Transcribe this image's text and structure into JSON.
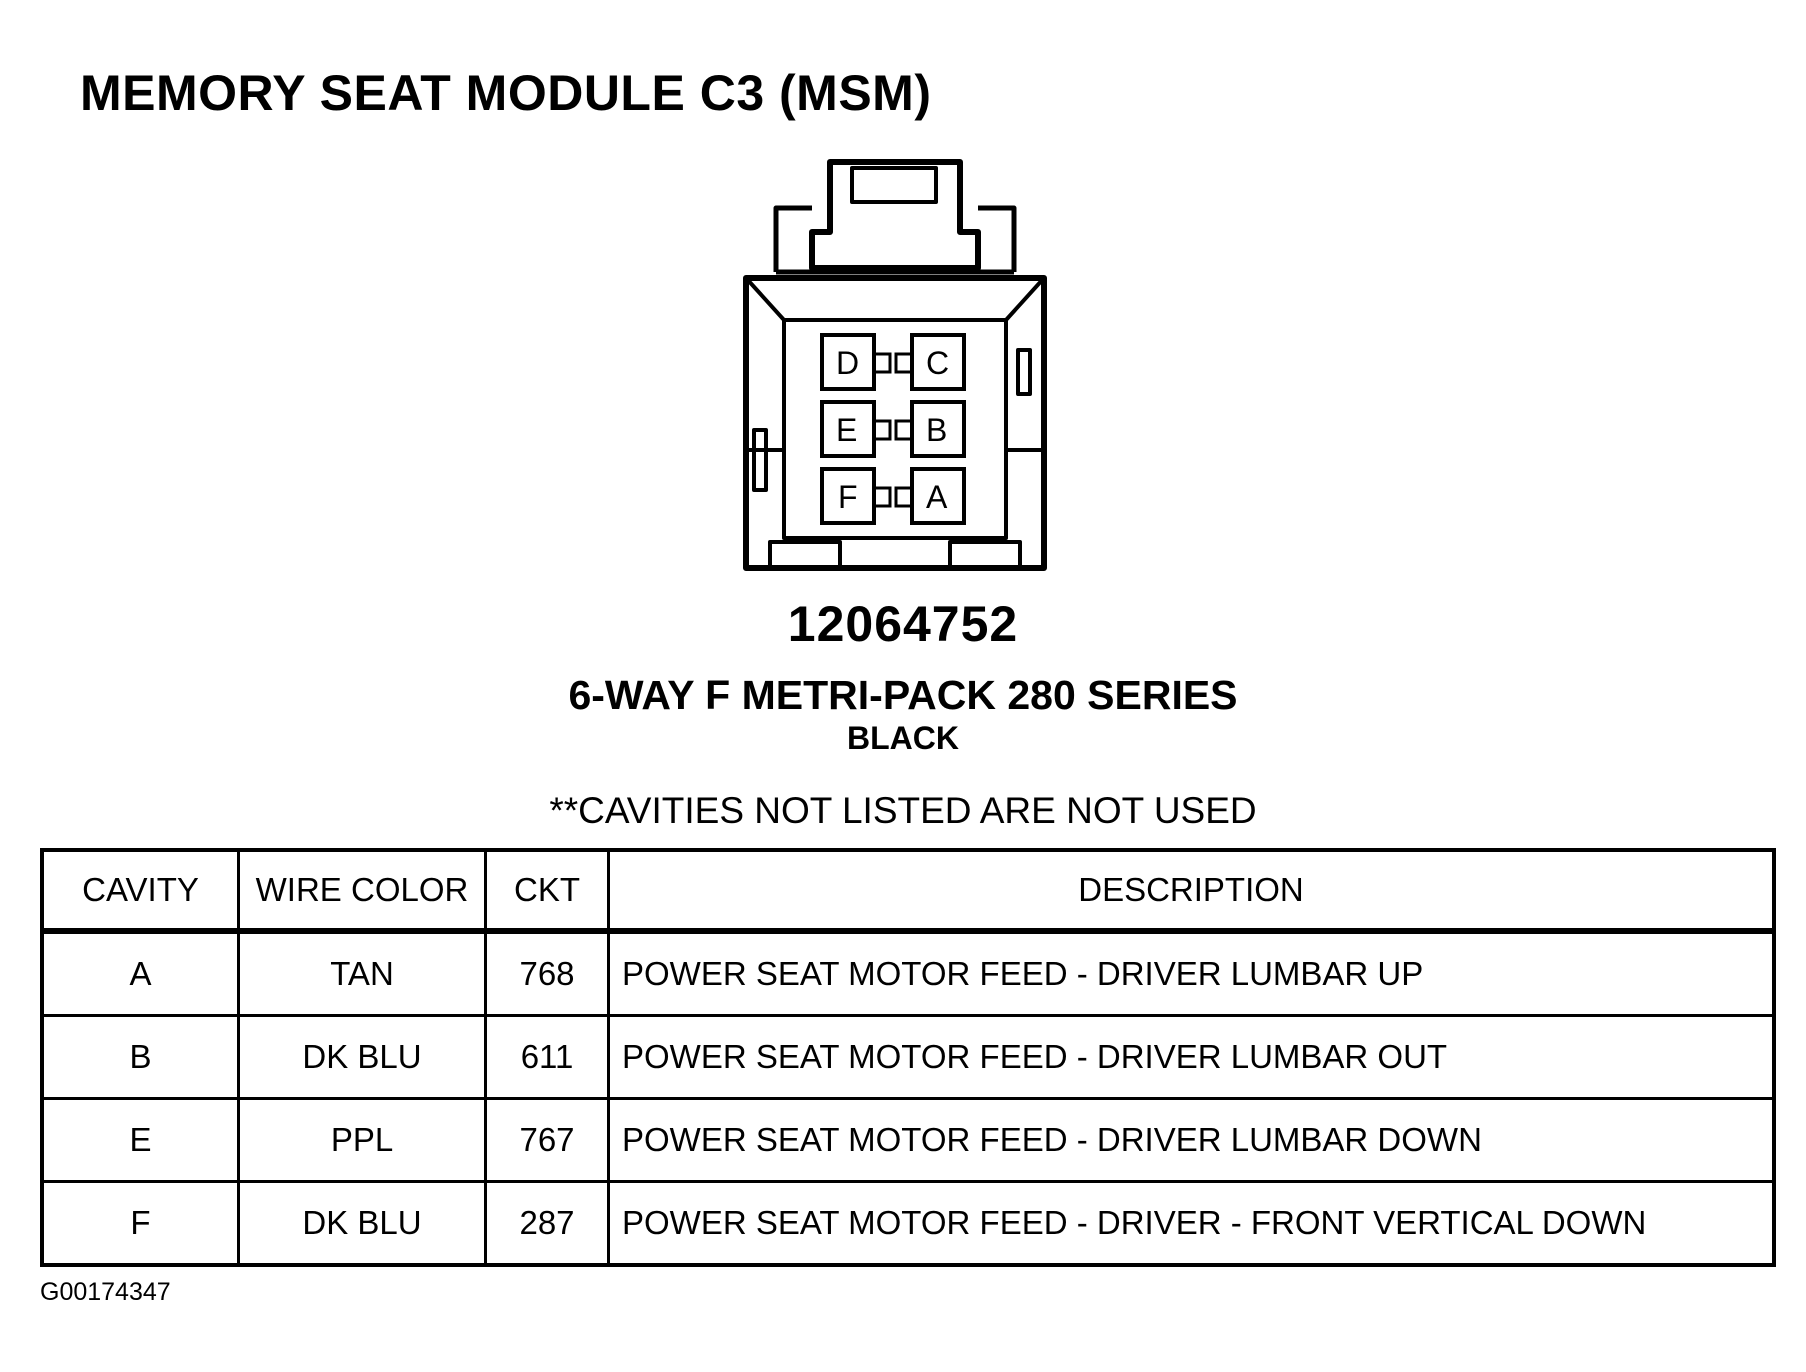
{
  "title": "MEMORY SEAT MODULE C3 (MSM)",
  "connector": {
    "part_number": "12064752",
    "name": "6-WAY F METRI-PACK 280 SERIES",
    "color": "BLACK",
    "cavities": [
      "D",
      "C",
      "E",
      "B",
      "F",
      "A"
    ]
  },
  "note": "**CAVITIES NOT LISTED ARE NOT USED",
  "table": {
    "headers": {
      "cavity": "CAVITY",
      "wire_color": "WIRE COLOR",
      "ckt": "CKT",
      "description": "DESCRIPTION"
    },
    "rows": [
      {
        "cavity": "A",
        "wire_color": "TAN",
        "ckt": "768",
        "description": "POWER SEAT MOTOR FEED - DRIVER LUMBAR UP"
      },
      {
        "cavity": "B",
        "wire_color": "DK BLU",
        "ckt": "611",
        "description": "POWER SEAT MOTOR FEED - DRIVER LUMBAR OUT"
      },
      {
        "cavity": "E",
        "wire_color": "PPL",
        "ckt": "767",
        "description": "POWER SEAT MOTOR FEED - DRIVER LUMBAR DOWN"
      },
      {
        "cavity": "F",
        "wire_color": "DK BLU",
        "ckt": "287",
        "description": "POWER SEAT MOTOR FEED - DRIVER - FRONT VERTICAL DOWN"
      }
    ]
  },
  "figure_id": "G00174347"
}
